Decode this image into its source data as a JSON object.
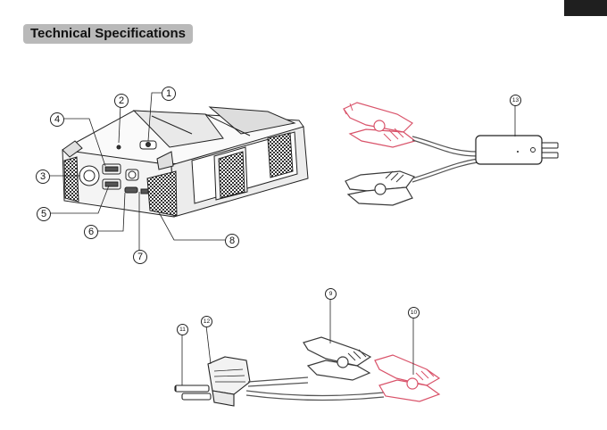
{
  "header": {
    "section_title": "Technical Specifications"
  },
  "callouts": {
    "c1": "1",
    "c2": "2",
    "c3": "3",
    "c4": "4",
    "c5": "5",
    "c6": "6",
    "c7": "7",
    "c8": "8",
    "c9": "9",
    "c10": "10",
    "c11": "11",
    "c12": "12",
    "c13": "13"
  },
  "colors": {
    "red_clamp": "#d9536a",
    "black_clamp": "#3a3a3a",
    "title_bar": "#b9b9b9",
    "corner_tab": "#1f1f1f"
  }
}
